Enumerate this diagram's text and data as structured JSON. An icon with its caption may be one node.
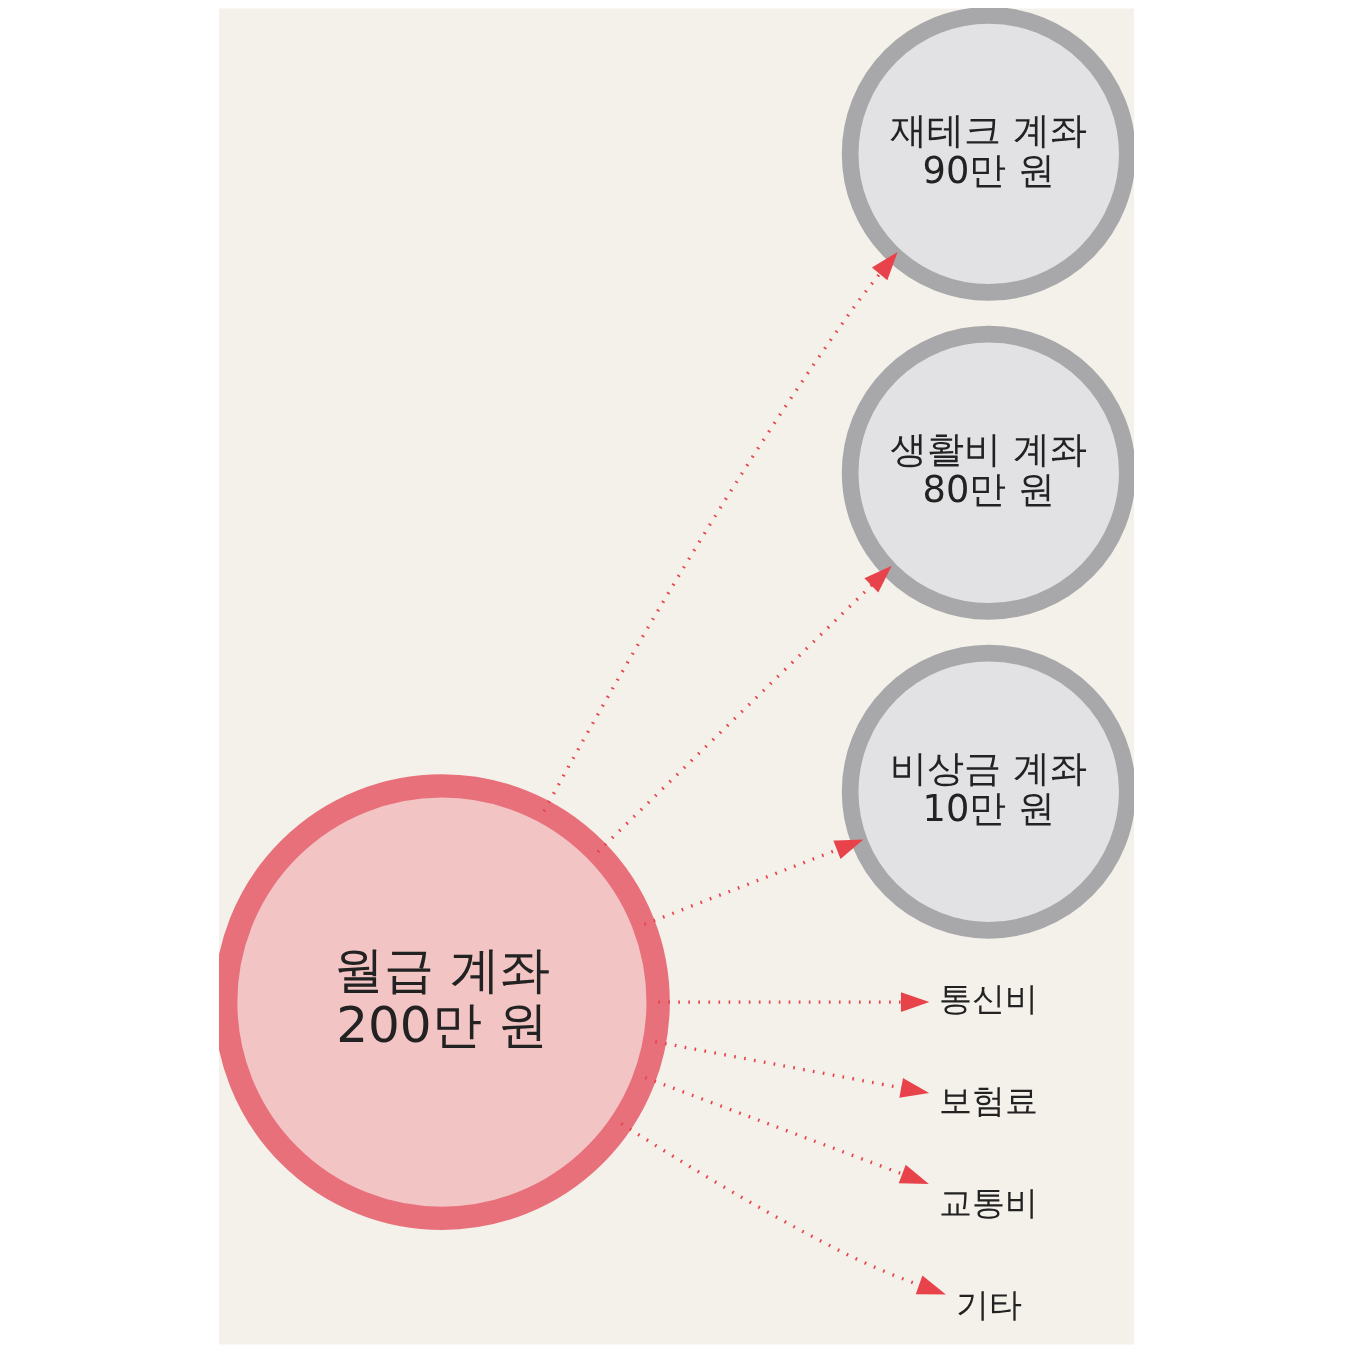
{
  "diagram": {
    "nodes": [
      {
        "text": [
          "월급 계좌",
          "200만 원"
        ]
      },
      {
        "text": [
          "재테크 계좌",
          "90만 원"
        ]
      },
      {
        "text": [
          "생활비 계좌",
          "80만 원"
        ]
      },
      {
        "text": [
          "비상금 계좌",
          "10만 원"
        ]
      },
      {
        "text": [
          "통신비"
        ]
      },
      {
        "text": [
          "보험료"
        ]
      },
      {
        "text": [
          "교통비"
        ]
      },
      {
        "text": [
          "기타"
        ]
      }
    ],
    "edges": [
      {
        "from": 0,
        "to": 1,
        "arrow": "to",
        "style": "dashed"
      },
      {
        "from": 0,
        "to": 2,
        "arrow": "to",
        "style": "dashed"
      },
      {
        "from": 0,
        "to": 3,
        "arrow": "to",
        "style": "dashed"
      },
      {
        "from": 0,
        "to": 4,
        "arrow": "to",
        "style": "dashed"
      },
      {
        "from": 0,
        "to": 5,
        "arrow": "to",
        "style": "dashed"
      },
      {
        "from": 0,
        "to": 6,
        "arrow": "to",
        "style": "dashed"
      },
      {
        "from": 0,
        "to": 7,
        "arrow": "to",
        "style": "dashed"
      }
    ]
  }
}
